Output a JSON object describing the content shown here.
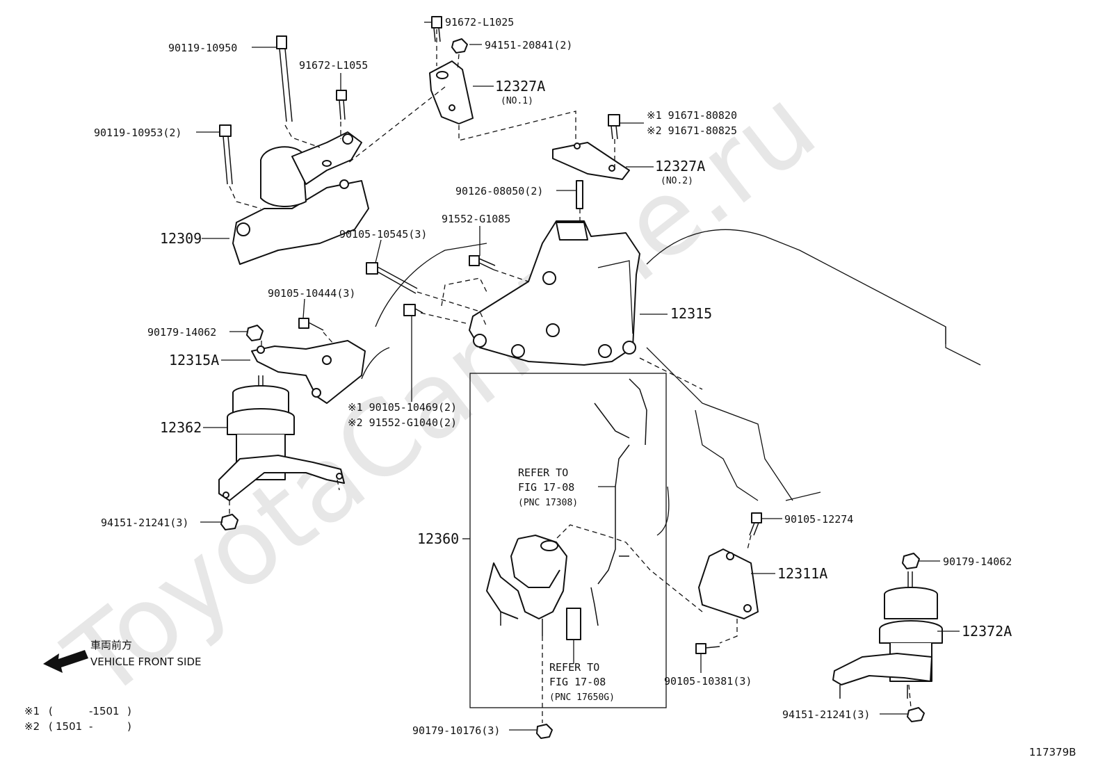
{
  "watermark": "ToyotaCarMine.ru",
  "figure_id": "117379B",
  "front_label": {
    "jp": "車両前方",
    "en": "VEHICLE FRONT SIDE"
  },
  "footnotes": [
    {
      "mark": "※1",
      "open": "(",
      "from": "",
      "to": "-1501",
      "close": ")"
    },
    {
      "mark": "※2",
      "open": "(",
      "from": "1501",
      "to": "-",
      "close": ")"
    }
  ],
  "labels": {
    "p91672_L1025": "91672-L1025",
    "p94151_20841": "94151-20841(2)",
    "p90119_10950": "90119-10950",
    "p91672_L1055": "91672-L1055",
    "p12327A_no1": "12327A",
    "p12327A_no1_sub": "(NO.1)",
    "p90119_10953": "90119-10953(2)",
    "p91671_80820": "※1 91671-80820",
    "p91671_80825": "※2 91671-80825",
    "p12327A_no2": "12327A",
    "p12327A_no2_sub": "(NO.2)",
    "p90126_08050": "90126-08050(2)",
    "p12309": "12309",
    "p91552_G1085": "91552-G1085",
    "p90105_10545": "90105-10545(3)",
    "p90105_10444": "90105-10444(3)",
    "p12315": "12315",
    "p90179_14062a": "90179-14062",
    "p12315A": "12315A",
    "p90105_10469": "※1 90105-10469(2)",
    "p91552_G1040": "※2 91552-G1040(2)",
    "p12362": "12362",
    "ref1_line1": "REFER TO",
    "ref1_line2": "FIG 17-08",
    "ref1_line3": "(PNC 17308)",
    "p94151_21241a": "94151-21241(3)",
    "p12360": "12360",
    "p90105_12274": "90105-12274",
    "p90179_14062b": "90179-14062",
    "p12311A": "12311A",
    "p12372A": "12372A",
    "ref2_line1": "REFER TO",
    "ref2_line2": "FIG 17-08",
    "ref2_line3": "(PNC 17650G)",
    "p90105_10381": "90105-10381(3)",
    "p94151_21241b": "94151-21241(3)",
    "p90179_10176": "90179-10176(3)"
  }
}
